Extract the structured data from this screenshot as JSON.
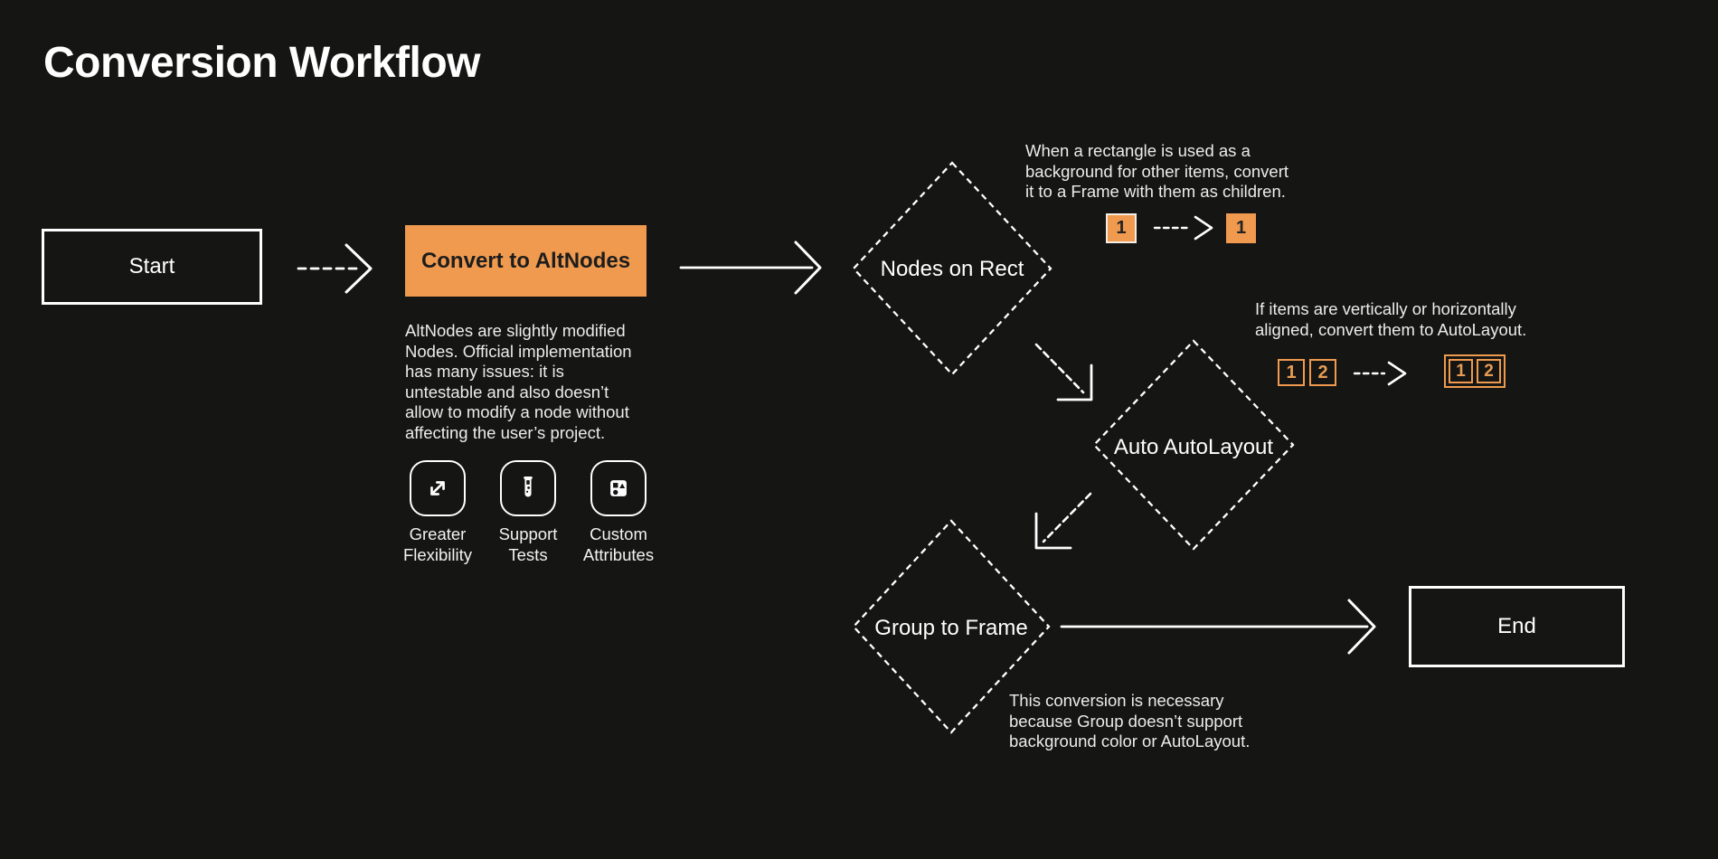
{
  "page": {
    "title": "Conversion Workflow"
  },
  "colors": {
    "background": "#151514",
    "accent_orange": "#EF9A4E",
    "text_light": "#ECECEC",
    "node_text_dark": "#1D1D1D",
    "stroke_white": "#FFFFFF"
  },
  "nodes": {
    "start": {
      "label": "Start"
    },
    "convert_to_altnodes": {
      "label": "Convert to AltNodes",
      "description": "AltNodes are slightly modified\nNodes. Official implementation\nhas many issues: it is\nuntestable and also doesn’t\nallow to modify a node without\naffecting the user’s project."
    },
    "nodes_on_rect": {
      "label": "Nodes on Rect",
      "note": "When a rectangle is used as a\nbackground for other items, convert\nit to a Frame with them as children."
    },
    "auto_autolayout": {
      "label": "Auto AutoLayout",
      "note": "If items are vertically or horizontally\naligned, convert them to AutoLayout."
    },
    "group_to_frame": {
      "label": "Group to Frame",
      "note": "This conversion is necessary\nbecause Group doesn’t support\nbackground color or AutoLayout."
    },
    "end": {
      "label": "End"
    }
  },
  "features": [
    {
      "icon": "expand-arrows-icon",
      "label": "Greater\nFlexibility"
    },
    {
      "icon": "test-tube-icon",
      "label": "Support\nTests"
    },
    {
      "icon": "shapes-icon",
      "label": "Custom\nAttributes"
    }
  ],
  "examples": {
    "rect_to_frame": {
      "before": "1",
      "after": "1"
    },
    "autolayout": {
      "before": [
        "1",
        "2"
      ],
      "after": [
        "1",
        "2"
      ]
    }
  }
}
